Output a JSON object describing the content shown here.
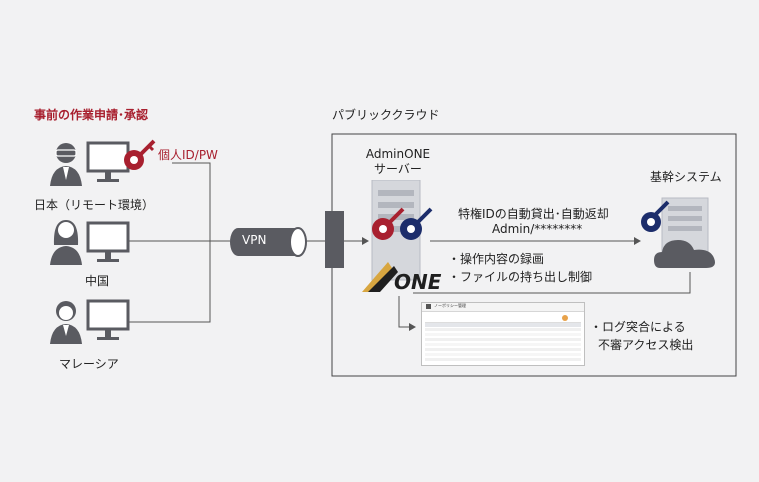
{
  "left": {
    "heading": "事前の作業申請･承認",
    "credential_label": "個人ID/PW",
    "locations": [
      "日本（リモート環境）",
      "中国",
      "マレーシア"
    ]
  },
  "vpn_label": "VPN",
  "cloud": {
    "heading": "パブリッククラウド",
    "server_title": "AdminONE\nサーバー",
    "logo_text": "ONE",
    "target_title": "基幹システム",
    "auth_line1": "特権IDの自動貸出･自動返却",
    "auth_line2": "Admin/********",
    "features": [
      "・操作内容の録画",
      "・ファイルの持ち出し制御"
    ],
    "log_features": [
      "・ログ突合による",
      "不審アクセス検出"
    ]
  },
  "screenshot": {
    "title": "ノーポリシー管理"
  },
  "colors": {
    "accent_red": "#a8202f",
    "key_navy": "#1c2d6b",
    "dark_gray": "#5a5b61",
    "logo_gold": "#d8a640"
  }
}
